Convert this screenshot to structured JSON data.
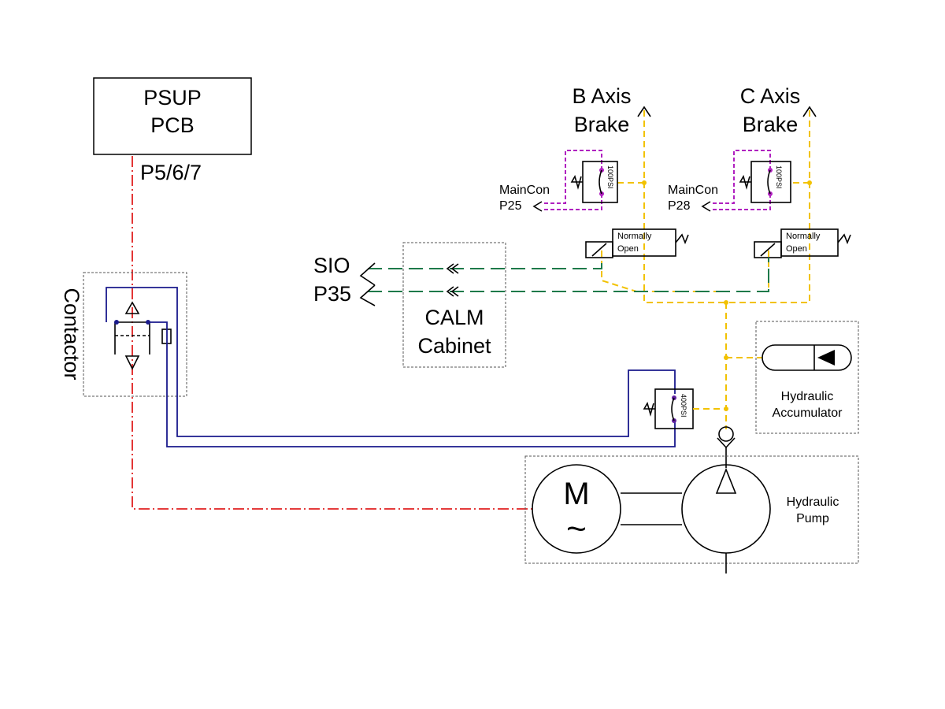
{
  "labels": {
    "psup": "PSUP",
    "pcb": "PCB",
    "p567": "P5/6/7",
    "contactor": "Contactor",
    "b_axis": "B Axis",
    "b_brake": "Brake",
    "c_axis": "C Axis",
    "c_brake": "Brake",
    "maincon_b": "MainCon",
    "p25": "P25",
    "maincon_c": "MainCon",
    "p28": "P28",
    "psi_b": "100PSI",
    "psi_c": "100PSI",
    "psi_400": "400PSI",
    "no_b_1": "Normally",
    "no_b_2": "Open",
    "no_c_1": "Normally",
    "no_c_2": "Open",
    "sio": "SIO",
    "p35": "P35",
    "calm": "CALM",
    "cabinet": "Cabinet",
    "hyd_acc_1": "Hydraulic",
    "hyd_acc_2": "Accumulator",
    "hyd_pump_1": "Hydraulic",
    "hyd_pump_2": "Pump",
    "motor": "M",
    "motor_ac": "~"
  },
  "colors": {
    "power": "#e02020",
    "control": "#1a1a8c",
    "hydraulic": "#f2c200",
    "signal": "#1e7a4a",
    "pressure_switch": "#b020c0"
  }
}
